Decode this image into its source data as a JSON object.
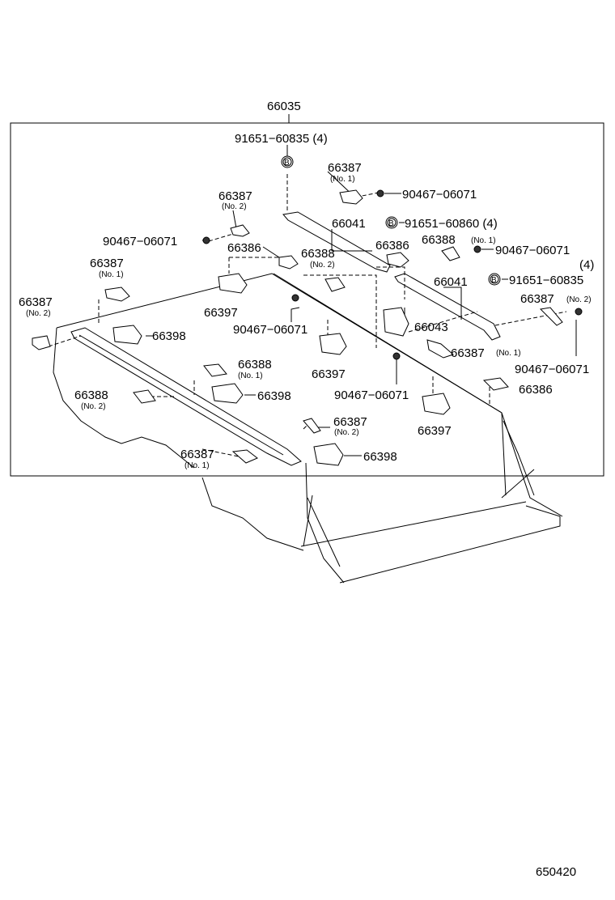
{
  "diagram": {
    "assembly_number": "66035",
    "figure_code": "650420",
    "callouts": [
      {
        "id": "c-91651-60835-top",
        "text": "91651−60835 (4)"
      },
      {
        "id": "c-66387-n1-top",
        "text": "66387",
        "sub": "(No. 1)"
      },
      {
        "id": "c-90467-top",
        "text": "90467−06071"
      },
      {
        "id": "c-66387-n2-top",
        "text": "66387",
        "sub": "(No. 2)"
      },
      {
        "id": "c-66041-left",
        "text": "66041"
      },
      {
        "id": "c-91651-60860",
        "text": "91651−60860 (4)"
      },
      {
        "id": "c-90467-left",
        "text": "90467−06071"
      },
      {
        "id": "c-66386-left",
        "text": "66386"
      },
      {
        "id": "c-66386-mid",
        "text": "66386"
      },
      {
        "id": "c-66388-n1-top",
        "text": "66388",
        "sub": "(No. 1)"
      },
      {
        "id": "c-90467-right",
        "text": "90467−06071"
      },
      {
        "id": "c-66388-n2-top",
        "text": "66388",
        "sub": "(No. 2)"
      },
      {
        "id": "c-66387-n1-left",
        "text": "66387",
        "sub": "(No. 1)"
      },
      {
        "id": "c-qty-4",
        "text": "(4)"
      },
      {
        "id": "c-66041-right",
        "text": "66041"
      },
      {
        "id": "c-91651-60835-right",
        "text": "91651−60835"
      },
      {
        "id": "c-66387-n2-far-left",
        "text": "66387",
        "sub": "(No. 2)"
      },
      {
        "id": "c-66397-left",
        "text": "66397"
      },
      {
        "id": "c-66387-n2-right",
        "text": "66387",
        "sub": "(No. 2)"
      },
      {
        "id": "c-66043",
        "text": "66043"
      },
      {
        "id": "c-90467-center",
        "text": "90467−06071"
      },
      {
        "id": "c-66398-top",
        "text": "66398"
      },
      {
        "id": "c-66387-n1-right",
        "text": "66387",
        "sub": "(No. 1)"
      },
      {
        "id": "c-66397-center",
        "text": "66397"
      },
      {
        "id": "c-90467-far-right",
        "text": "90467−06071"
      },
      {
        "id": "c-66388-n1-mid",
        "text": "66388",
        "sub": "(No. 1)"
      },
      {
        "id": "c-66386-right",
        "text": "66386"
      },
      {
        "id": "c-66388-n2-left",
        "text": "66388",
        "sub": "(No. 2)"
      },
      {
        "id": "c-66398-mid",
        "text": "66398"
      },
      {
        "id": "c-90467-lower",
        "text": "90467−06071"
      },
      {
        "id": "c-66387-n2-bottom",
        "text": "66387",
        "sub": "(No. 2)"
      },
      {
        "id": "c-66397-right",
        "text": "66397"
      },
      {
        "id": "c-66387-n1-bottom",
        "text": "66387",
        "sub": "(No. 1)"
      },
      {
        "id": "c-66398-bottom",
        "text": "66398"
      }
    ],
    "markers": [
      {
        "id": "m-b-top",
        "text": "B"
      },
      {
        "id": "m-b-mid",
        "text": "B"
      },
      {
        "id": "m-b-right",
        "text": "B"
      }
    ]
  }
}
